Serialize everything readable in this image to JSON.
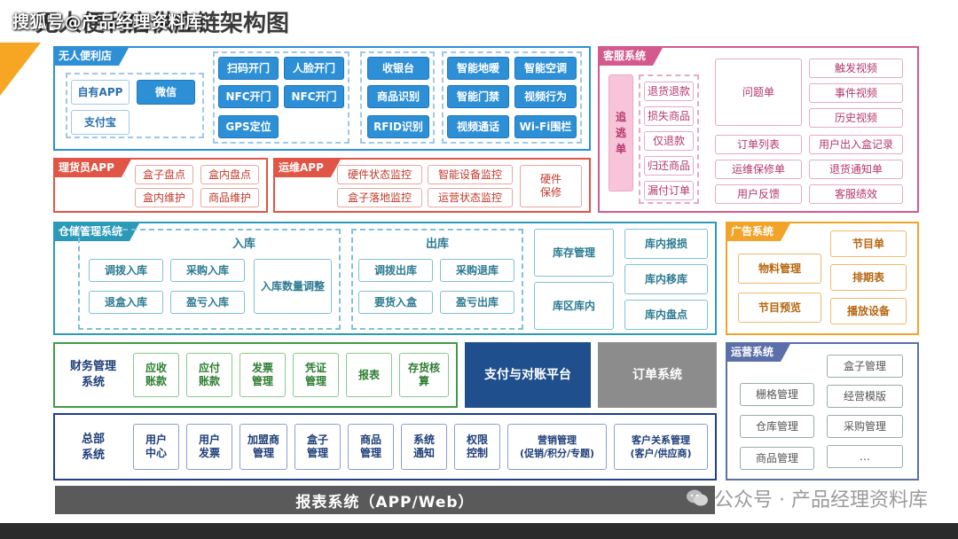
{
  "watermark": "搜狐号@产品经理资料库",
  "title": "无人便利店供应链架构图",
  "colors": {
    "blue": "#2d8fd6",
    "red": "#e05545",
    "pink": "#d45a8e",
    "teal": "#2b9ab8",
    "green": "#3f9b45",
    "navy": "#1f3f8c",
    "orange": "#f2a32a",
    "gray": "#7f7f7f"
  },
  "store": {
    "tag": "无人便利店",
    "entry": [
      "自有APP",
      "微信",
      "支付宝"
    ],
    "doors": [
      "扫码开门",
      "人脸开门",
      "NFC开门",
      "NFC开门",
      "GPS定位"
    ],
    "checkout": [
      "收银台",
      "商品识别",
      "RFID识别"
    ],
    "smart": [
      "智能地暖",
      "智能空调",
      "智能门禁",
      "视频行为",
      "视频通话",
      "Wi-Fi围栏"
    ]
  },
  "service": {
    "tag": "客服系统",
    "vertical": "追逃单",
    "col1": [
      "退货退款",
      "损失商品",
      "仅退款",
      "归还商品",
      "漏付订单"
    ],
    "issue": "问题单",
    "col2": [
      "订单列表",
      "运维保修单",
      "用户反馈"
    ],
    "col3": [
      "触发视频",
      "事件视频",
      "历史视频",
      "用户出入盒记录",
      "退货通知单",
      "客服绩效"
    ]
  },
  "clerk": {
    "tag": "理货员APP",
    "items": [
      "盒子盘点",
      "盒内盘点",
      "盒内维护",
      "商品维护"
    ]
  },
  "ops": {
    "tag": "运维APP",
    "items": [
      "硬件状态监控",
      "智能设备监控",
      "盒子落地监控",
      "运营状态监控"
    ],
    "hw": "硬件保修"
  },
  "warehouse": {
    "tag": "仓储管理系统",
    "in_title": "入库",
    "in_items": [
      "调拨入库",
      "采购入库",
      "退盒入库",
      "盈亏入库"
    ],
    "in_adjust": "入库数量调整",
    "out_title": "出库",
    "out_items": [
      "调拨出库",
      "采购退库",
      "要货入盒",
      "盈亏出库"
    ],
    "mgmt": [
      "库存管理",
      "库区库内"
    ],
    "right": [
      "库内报损",
      "库内移库",
      "库内盘点"
    ]
  },
  "ads": {
    "tag": "广告系统",
    "left": [
      "物料管理",
      "节目预览"
    ],
    "right": [
      "节目单",
      "排期表",
      "播放设备"
    ]
  },
  "finance": {
    "label": "财务管理系统",
    "items": [
      "应收账款",
      "应付账款",
      "发票管理",
      "凭证管理",
      "报表",
      "存货核算"
    ]
  },
  "payment": "支付与对账平台",
  "order": "订单系统",
  "hq": {
    "label": "总部系统",
    "items": [
      "用户中心",
      "用户发票",
      "加盟商管理",
      "盒子管理",
      "商品管理",
      "系统通知",
      "权限控制"
    ],
    "marketing": "营销管理\n(促销/积分/专题)",
    "crm": "客户关系管理\n(客户/供应商)"
  },
  "operations": {
    "tag": "运营系统",
    "left": [
      "栅格管理",
      "仓库管理",
      "商品管理"
    ],
    "right": [
      "盒子管理",
      "经营模版",
      "采购管理",
      "…"
    ]
  },
  "report": "报表系统（APP/Web）",
  "wechat_mark": "公众号 · 产品经理资料库"
}
